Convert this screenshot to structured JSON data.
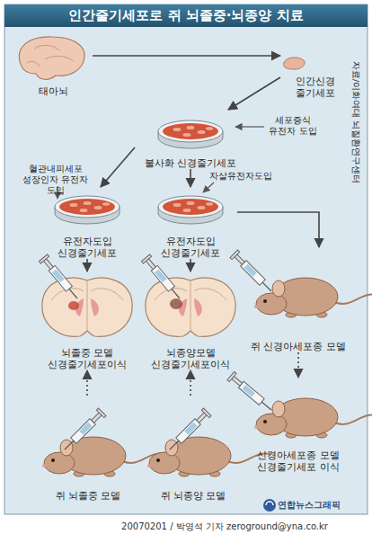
{
  "diagram": {
    "title": "인간줄기세포로 쥐 뇌졸중·뇌종양 치료",
    "caption": "20070201 / 박영석 기자 zeroground@yna.co.kr",
    "nodes": [
      {
        "text": [
          "태아뇌"
        ]
      },
      {
        "text": [
          "인간신경 줄기세포"
        ]
      },
      {
        "text": [
          "불사화 신경줄기세포"
        ]
      },
      {
        "text": [
          "유전자도입 신경줄기세포"
        ]
      },
      {
        "text": [
          "유전자도입 신경줄기세포"
        ]
      },
      {
        "text": [
          "쥐 신경아세포종 모델"
        ]
      },
      {
        "text": [
          "뇌졸중 모델 신경줄기세포이식"
        ]
      },
      {
        "text": [
          "뇌종양모델 신경줄기세포이식"
        ]
      },
      {
        "text": [
          "신경아세포종 모델 신경줄기세포 이식"
        ]
      },
      {
        "text": [
          "쥐 뇌졸중 모델"
        ]
      },
      {
        "text": [
          "쥐 뇌종양 모델"
        ]
      }
    ],
    "edges": [
      {
        "from": 0,
        "to": 1,
        "arrow": "to"
      },
      {
        "from": 1,
        "to": 2,
        "arrow": "to"
      },
      {
        "from": 2,
        "to": 3,
        "arrow": "to"
      },
      {
        "from": 2,
        "to": 4,
        "arrow": "to"
      },
      {
        "from": 4,
        "to": 5,
        "arrow": "to"
      },
      {
        "from": 5,
        "to": 8,
        "arrow": "to"
      },
      {
        "from": 3,
        "to": 6,
        "arrow": "to"
      },
      {
        "from": 4,
        "to": 7,
        "arrow": "to"
      },
      {
        "from": 9,
        "to": 6,
        "arrow": "to"
      },
      {
        "from": 10,
        "to": 7,
        "arrow": "to"
      }
    ],
    "labels": [
      "세포증식 유전자 도입",
      "혈관내피세포 성장인자 유전자 도입",
      "자살유전자도입",
      "자료/이화여대 뇌질환연구센터",
      "연합뉴스그래픽"
    ]
  }
}
